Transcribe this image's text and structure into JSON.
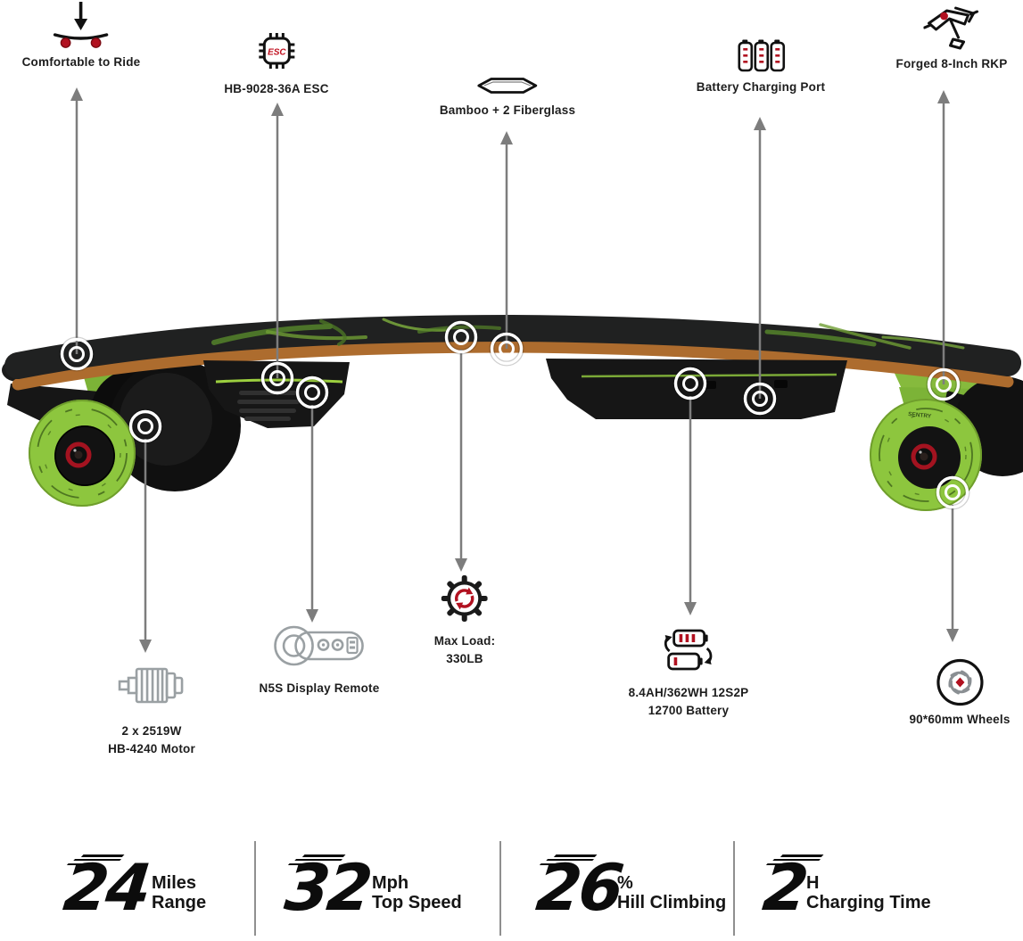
{
  "product": {
    "wheel_brand": "SENTRY"
  },
  "top_callouts": [
    {
      "label": "Comfortable to Ride"
    },
    {
      "label": "HB-9028-36A ESC",
      "chip_text": "ESC"
    },
    {
      "label": "Bamboo + 2 Fiberglass"
    },
    {
      "label": "Battery Charging Port"
    },
    {
      "label": "Forged 8-Inch RKP"
    }
  ],
  "bottom_callouts": [
    {
      "line1": "2 x 2519W",
      "line2": "HB-4240 Motor"
    },
    {
      "line1": "N5S Display Remote"
    },
    {
      "line1": "Max Load:",
      "line2": "330LB"
    },
    {
      "line1": "8.4AH/362WH 12S2P",
      "line2": "12700 Battery"
    },
    {
      "line1": "90*60mm Wheels"
    }
  ],
  "stats": [
    {
      "value": "24",
      "unit": "Miles",
      "label": "Range"
    },
    {
      "value": "32",
      "unit": "Mph",
      "label": "Top Speed"
    },
    {
      "value": "26",
      "unit": "%",
      "label": "Hill Climbing"
    },
    {
      "value": "2",
      "unit": "H",
      "label": "Charging Time"
    }
  ],
  "colors": {
    "accent_red": "#b11120",
    "wheel_green": "#8dc63e",
    "arrow_gray": "#7d7d7d",
    "wood": "#ad6c2e",
    "text_dark": "#1c1c1c"
  }
}
